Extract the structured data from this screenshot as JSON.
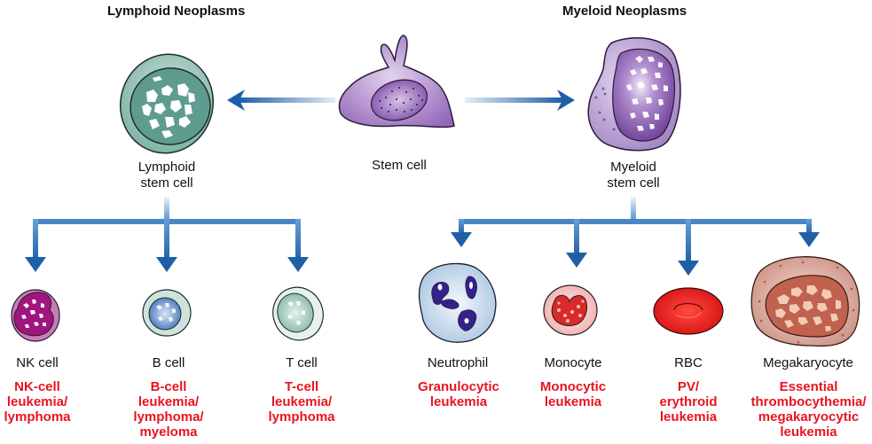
{
  "headers": {
    "lymphoid": "Lymphoid Neoplasms",
    "myeloid": "Myeloid Neoplasms"
  },
  "progenitors": {
    "stem": {
      "label": "Stem cell"
    },
    "lymphoid": {
      "label_line1": "Lymphoid",
      "label_line2": "stem cell"
    },
    "myeloid": {
      "label_line1": "Myeloid",
      "label_line2": "stem cell"
    }
  },
  "lymphoid_cells": [
    {
      "cell": "NK cell",
      "neoplasm": "NK-cell\nleukemia/\nlymphoma"
    },
    {
      "cell": "B cell",
      "neoplasm": "B-cell\nleukemia/\nlymphoma/\nmyeloma"
    },
    {
      "cell": "T cell",
      "neoplasm": "T-cell\nleukemia/\nlymphoma"
    }
  ],
  "myeloid_cells": [
    {
      "cell": "Neutrophil",
      "neoplasm": "Granulocytic\nleukemia"
    },
    {
      "cell": "Monocyte",
      "neoplasm": "Monocytic\nleukemia"
    },
    {
      "cell": "RBC",
      "neoplasm": "PV/\nerythroid\nleukemia"
    },
    {
      "cell": "Megakaryocyte",
      "neoplasm": "Essential\nthrombocythemia/\nmegakaryocytic\nleukemia"
    }
  ],
  "colors": {
    "arrow": "#1f5fa8",
    "neoplasm_text": "#e8141e"
  }
}
